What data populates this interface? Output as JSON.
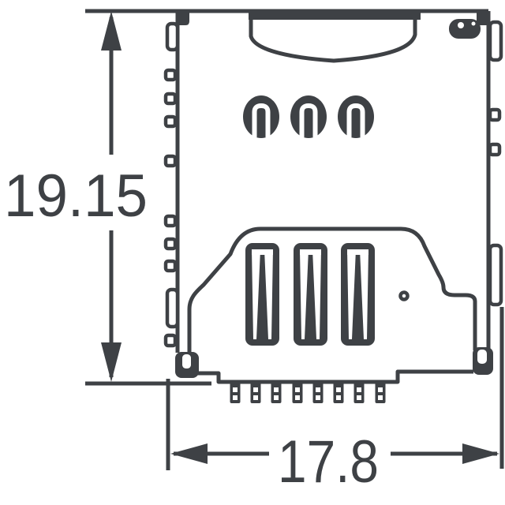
{
  "drawing": {
    "background_color": "#ffffff",
    "line_color": "#3e4145",
    "dimensions": {
      "vertical": {
        "label": "19.15",
        "orientation": "vertical"
      },
      "horizontal": {
        "label": "17.8",
        "orientation": "horizontal"
      }
    },
    "features": {
      "upper_contact_count": 3,
      "lower_contact_count": 3,
      "solder_pin_count": 8
    }
  }
}
